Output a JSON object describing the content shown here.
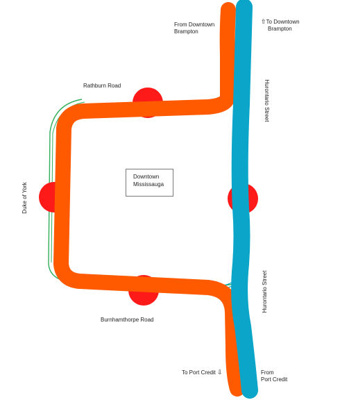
{
  "labels": {
    "from_brampton_1": "From Downtown",
    "from_brampton_2": "Brampton",
    "to_brampton_1": "To Downtown",
    "to_brampton_2": "Brampton",
    "rathburn": "Rathburn Road",
    "hurontario_top": "Hurontario Street",
    "hurontario_bottom": "Hurontario Street",
    "duke_of_york": "Duke of York",
    "downtown_1": "Downtown",
    "downtown_2": "Mississauga",
    "burnhamthorpe": "Burnhamthorpe Road",
    "to_port_credit": "To Port Credit",
    "from_port_credit_1": "From",
    "from_port_credit_2": "Port Credit"
  },
  "icons": {
    "up_arrow": "⇧",
    "down_arrow": "⇩"
  },
  "colors": {
    "orange_route": "#ff5a00",
    "blue_route": "#0aa5c8",
    "green_line": "#2fae5a",
    "station": "#ff1a1a"
  }
}
